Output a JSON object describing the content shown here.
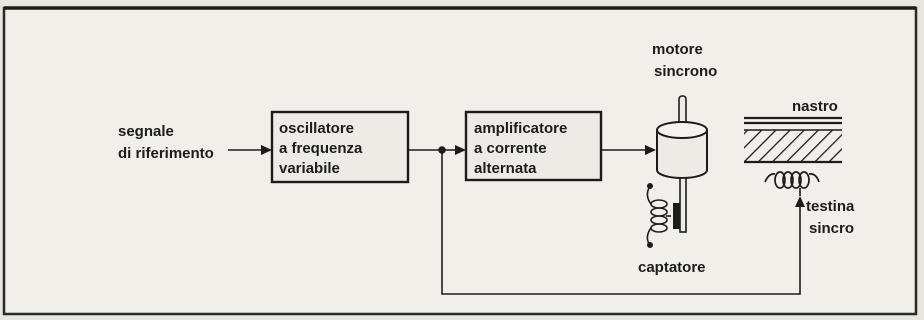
{
  "diagram": {
    "input_signal": [
      "segnale",
      "di riferimento"
    ],
    "vfo": [
      "oscillatore",
      "a frequenza",
      "variabile"
    ],
    "ac_amplifier": [
      "amplificatore",
      "a corrente",
      "alternata"
    ],
    "sync_motor": [
      "motore",
      "sincrono"
    ],
    "tape": "nastro",
    "pickup": "captatore",
    "sync_head": [
      "testina",
      "sincro"
    ]
  }
}
